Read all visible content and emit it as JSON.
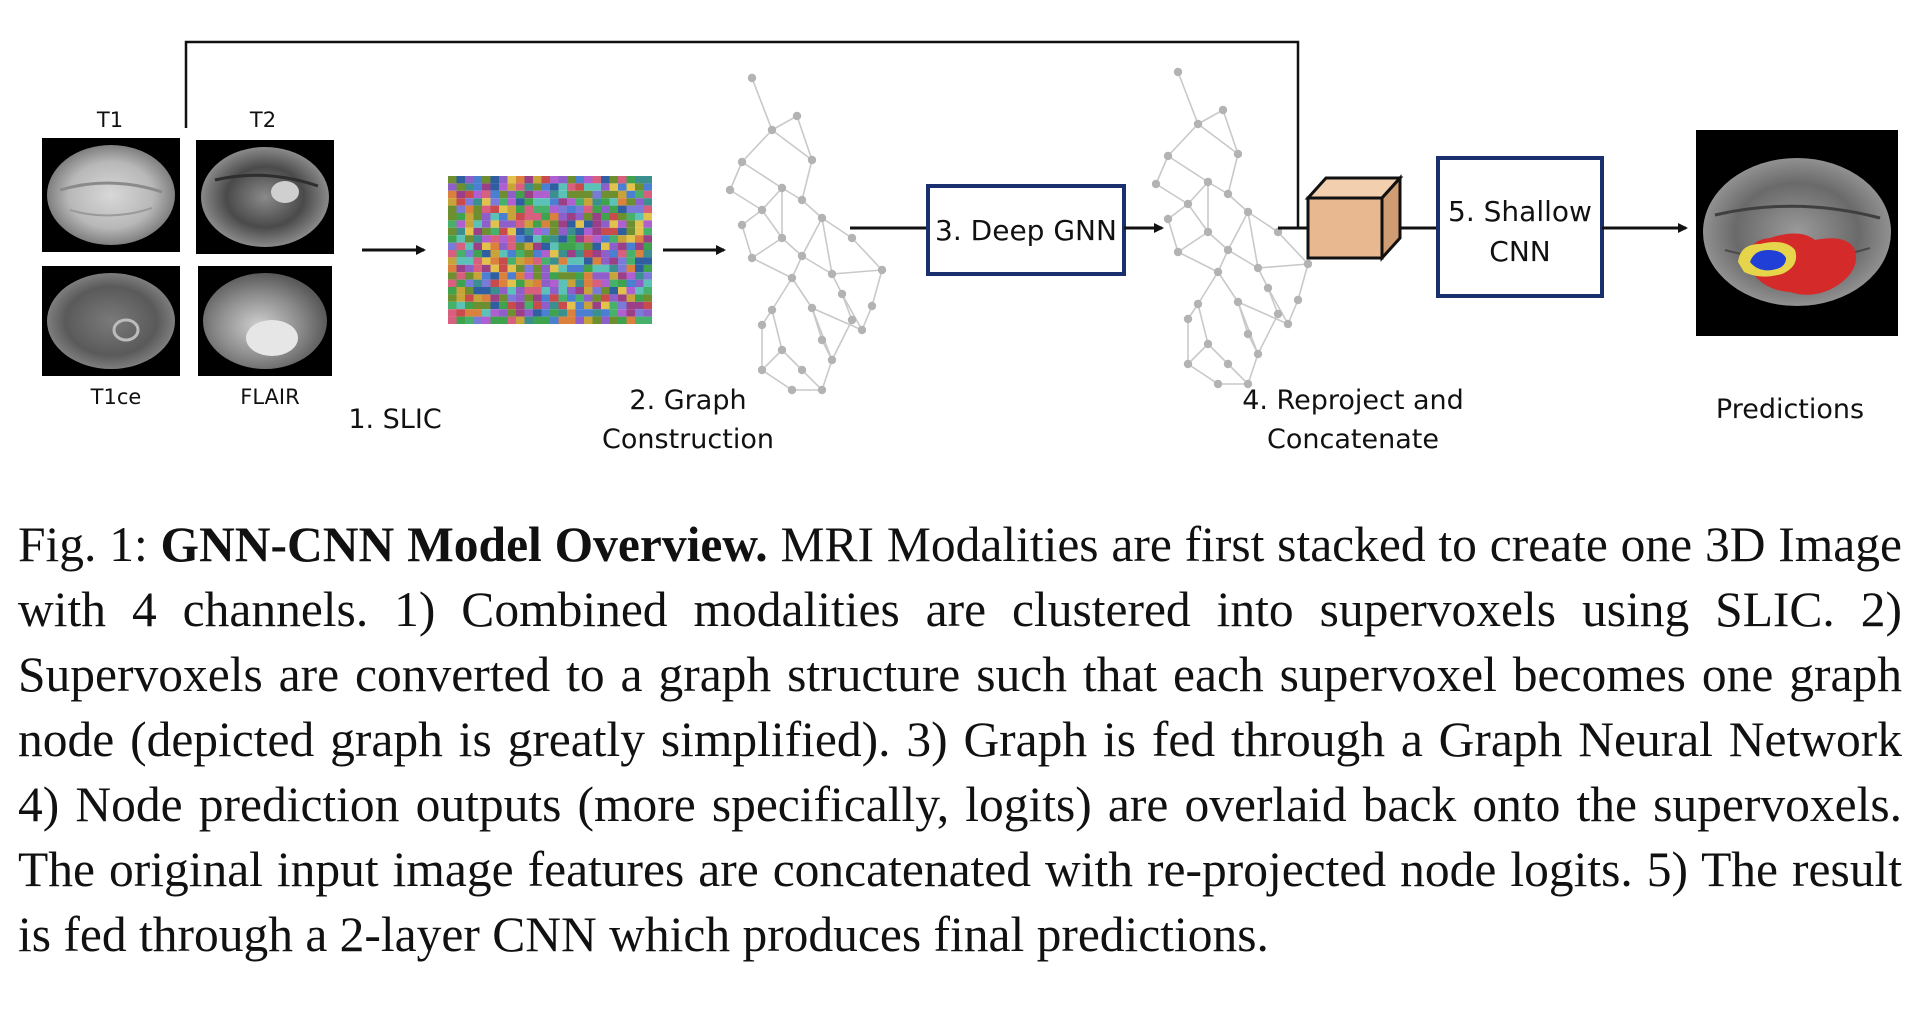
{
  "figure": {
    "modalities": [
      "T1",
      "T2",
      "T1ce",
      "FLAIR"
    ],
    "steps": {
      "slic": "1. SLIC",
      "graph_line1": "2. Graph",
      "graph_line2": "Construction",
      "gnn": "3. Deep GNN",
      "reproject_line1": "4. Reproject and",
      "reproject_line2": "Concatenate",
      "cnn_line1": "5. Shallow",
      "cnn_line2": "CNN",
      "predictions": "Predictions"
    },
    "colors": {
      "cube": "#e8b890",
      "box_border": "#1a2f6e",
      "graph": "#bdbdbd",
      "tumor_red": "#d42a2a",
      "tumor_yellow": "#e6d44a",
      "tumor_blue": "#1f3fd6"
    }
  },
  "caption": {
    "prefix": "Fig. 1: ",
    "title": "GNN-CNN Model Overview.",
    "body": " MRI Modalities are first stacked to create one 3D Image with 4 channels. 1) Combined modalities are clustered into supervoxels using SLIC. 2) Supervoxels are converted to a graph structure such that each supervoxel becomes one graph node (depicted graph is greatly simplified). 3) Graph is fed through a Graph Neural Network 4) Node prediction outputs (more specifically, logits) are overlaid back onto the supervoxels. The original input image features are concatenated with re-projected node logits. 5) The result is fed through a 2-layer CNN which produces final predictions."
  }
}
